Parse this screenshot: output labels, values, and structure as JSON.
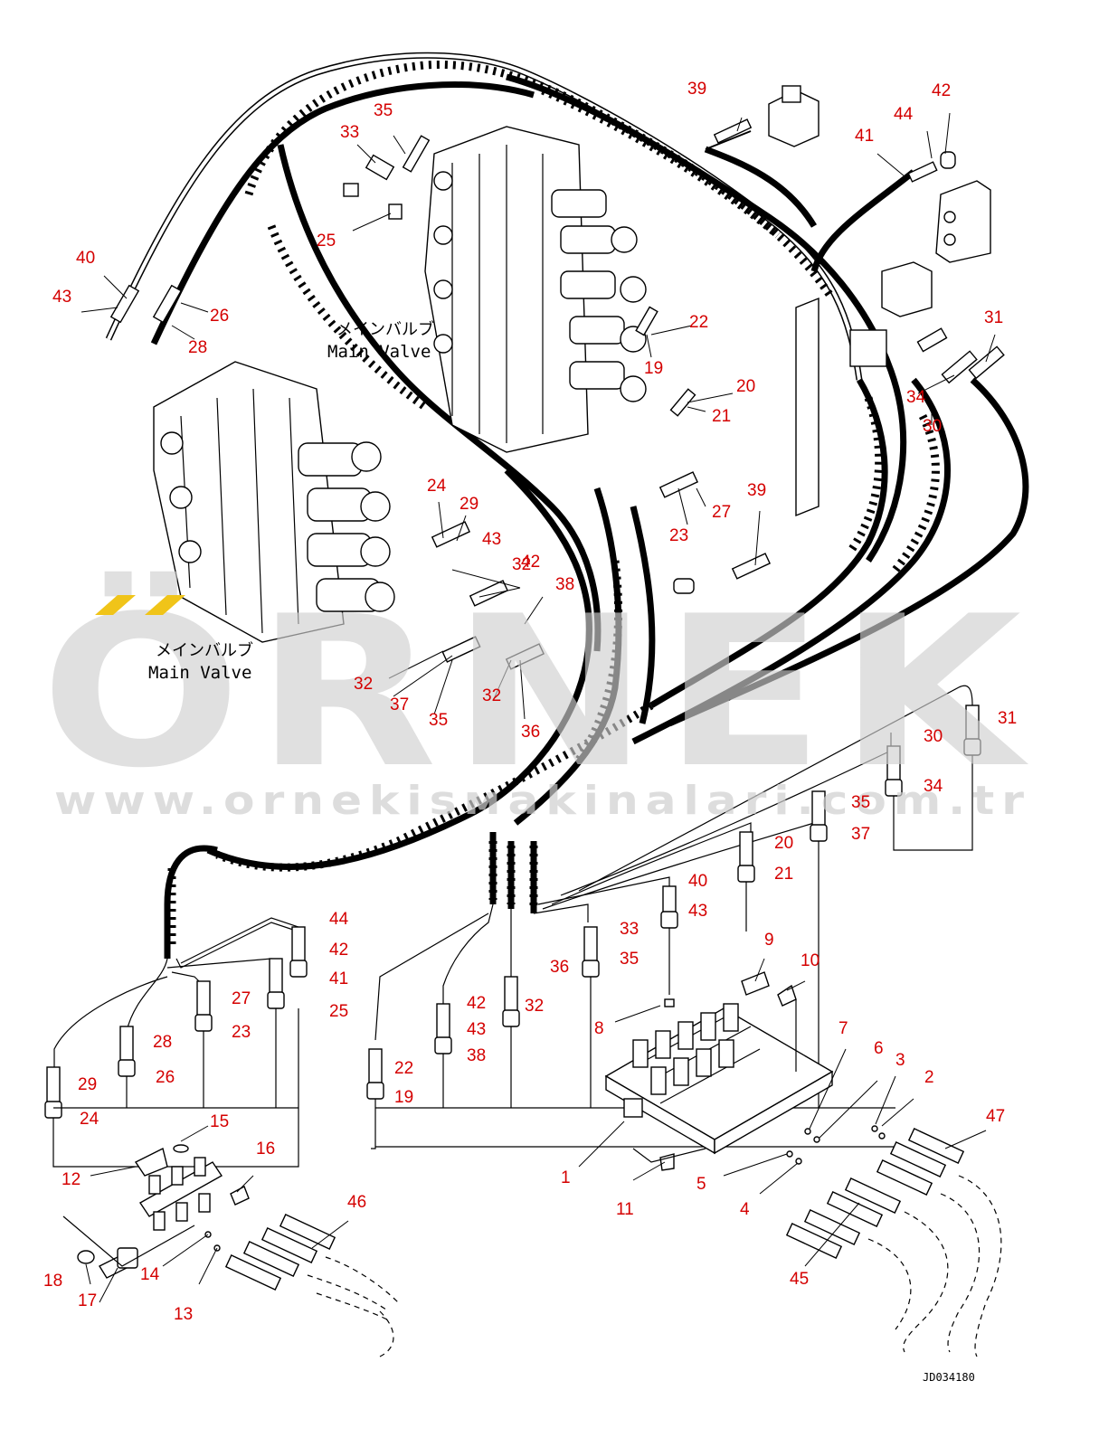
{
  "watermark": {
    "letters": "ÖRNEK",
    "url": "www.ornekisмakinalari.com.tr",
    "accent_color": "#f0c419"
  },
  "labels": {
    "main_valve_jp_1": "メインバルブ",
    "main_valve_en_1": "Main Valve",
    "main_valve_jp_2": "メインバルブ",
    "main_valve_en_2": "Main Valve"
  },
  "drawing_code": "JD034180",
  "callouts": [
    "1",
    "2",
    "3",
    "4",
    "5",
    "6",
    "7",
    "8",
    "9",
    "10",
    "11",
    "12",
    "13",
    "14",
    "15",
    "16",
    "17",
    "18",
    "19",
    "19",
    "20",
    "20",
    "21",
    "21",
    "22",
    "22",
    "23",
    "23",
    "24",
    "24",
    "25",
    "25",
    "26",
    "26",
    "27",
    "27",
    "28",
    "28",
    "29",
    "29",
    "30",
    "30",
    "31",
    "31",
    "32",
    "32",
    "32",
    "32",
    "33",
    "33",
    "34",
    "34",
    "35",
    "35",
    "35",
    "35",
    "36",
    "36",
    "37",
    "37",
    "38",
    "38",
    "39",
    "39",
    "40",
    "40",
    "41",
    "41",
    "42",
    "42",
    "42",
    "42",
    "43",
    "43",
    "43",
    "43",
    "44",
    "44",
    "45",
    "46",
    "47"
  ]
}
